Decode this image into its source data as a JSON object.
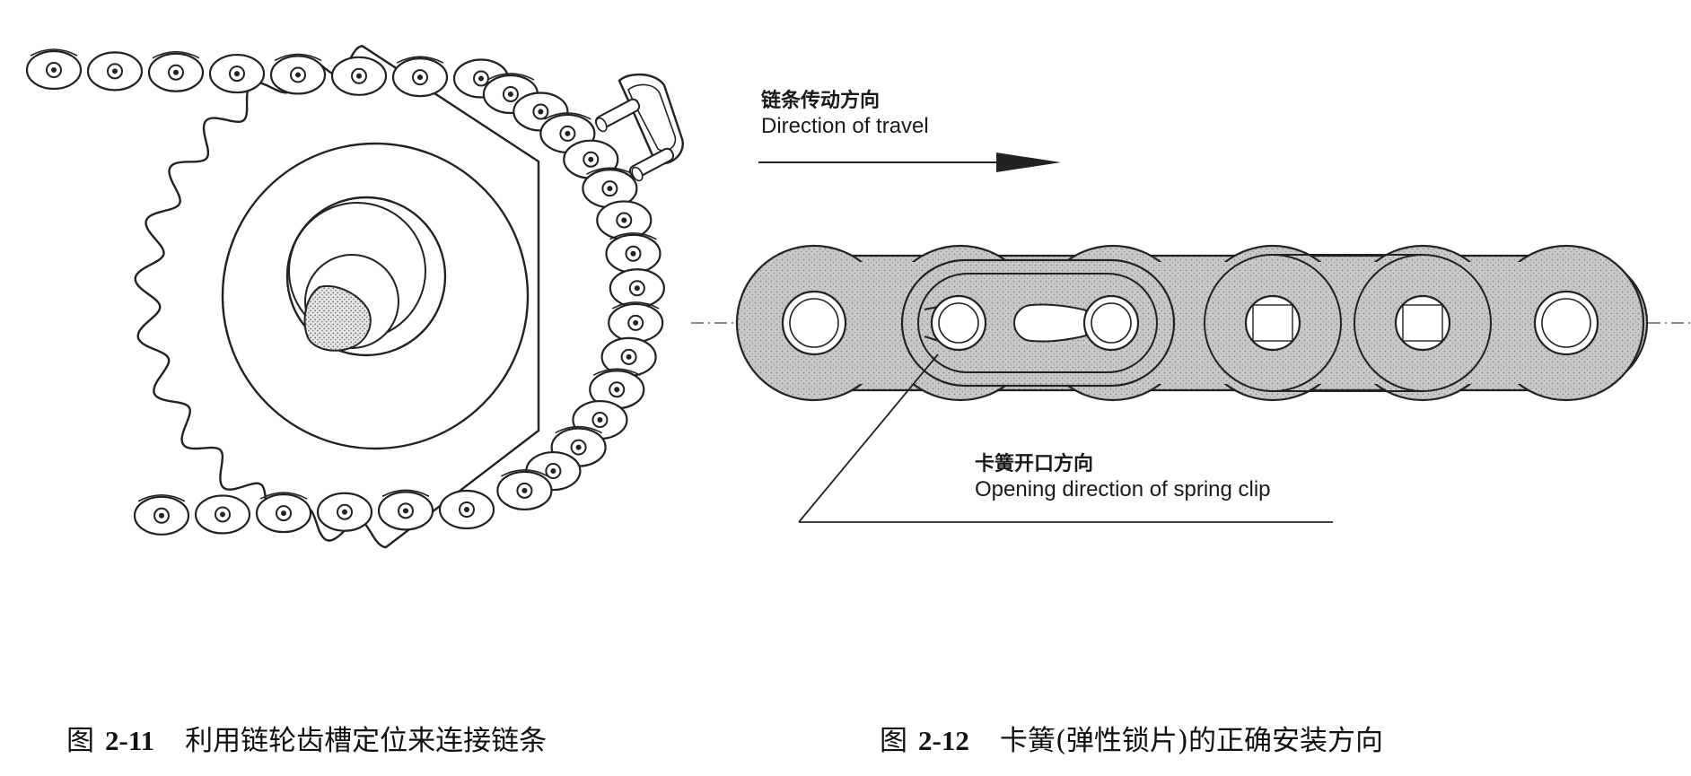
{
  "figure_left": {
    "caption_prefix": "图",
    "caption_number": "2-11",
    "caption_text": "利用链轮齿槽定位来连接链条"
  },
  "figure_right": {
    "travel_label_zh": "链条传动方向",
    "travel_label_en": "Direction of travel",
    "clip_label_zh": "卡簧开口方向",
    "clip_label_en": "Opening direction of spring clip",
    "caption_prefix": "图",
    "caption_number": "2-12",
    "caption_text": "卡簧(弹性锁片)的正确安装方向"
  }
}
